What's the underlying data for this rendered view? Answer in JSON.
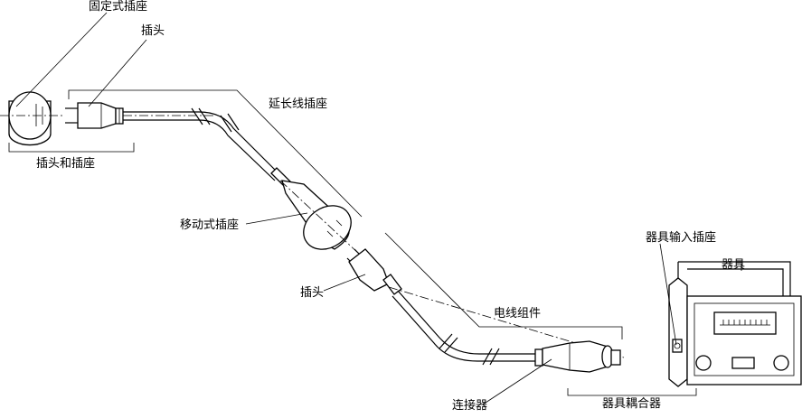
{
  "labels": {
    "fixed_socket": "固定式插座",
    "plug_top": "插头",
    "plug_and_socket": "插头和插座",
    "extension_socket": "延长线插座",
    "portable_socket": "移动式插座",
    "plug_middle": "插头",
    "cord_set": "电线组件",
    "appliance_inlet": "器具输入插座",
    "appliance": "器具",
    "connector": "连接器",
    "appliance_coupler": "器具耦合器"
  }
}
